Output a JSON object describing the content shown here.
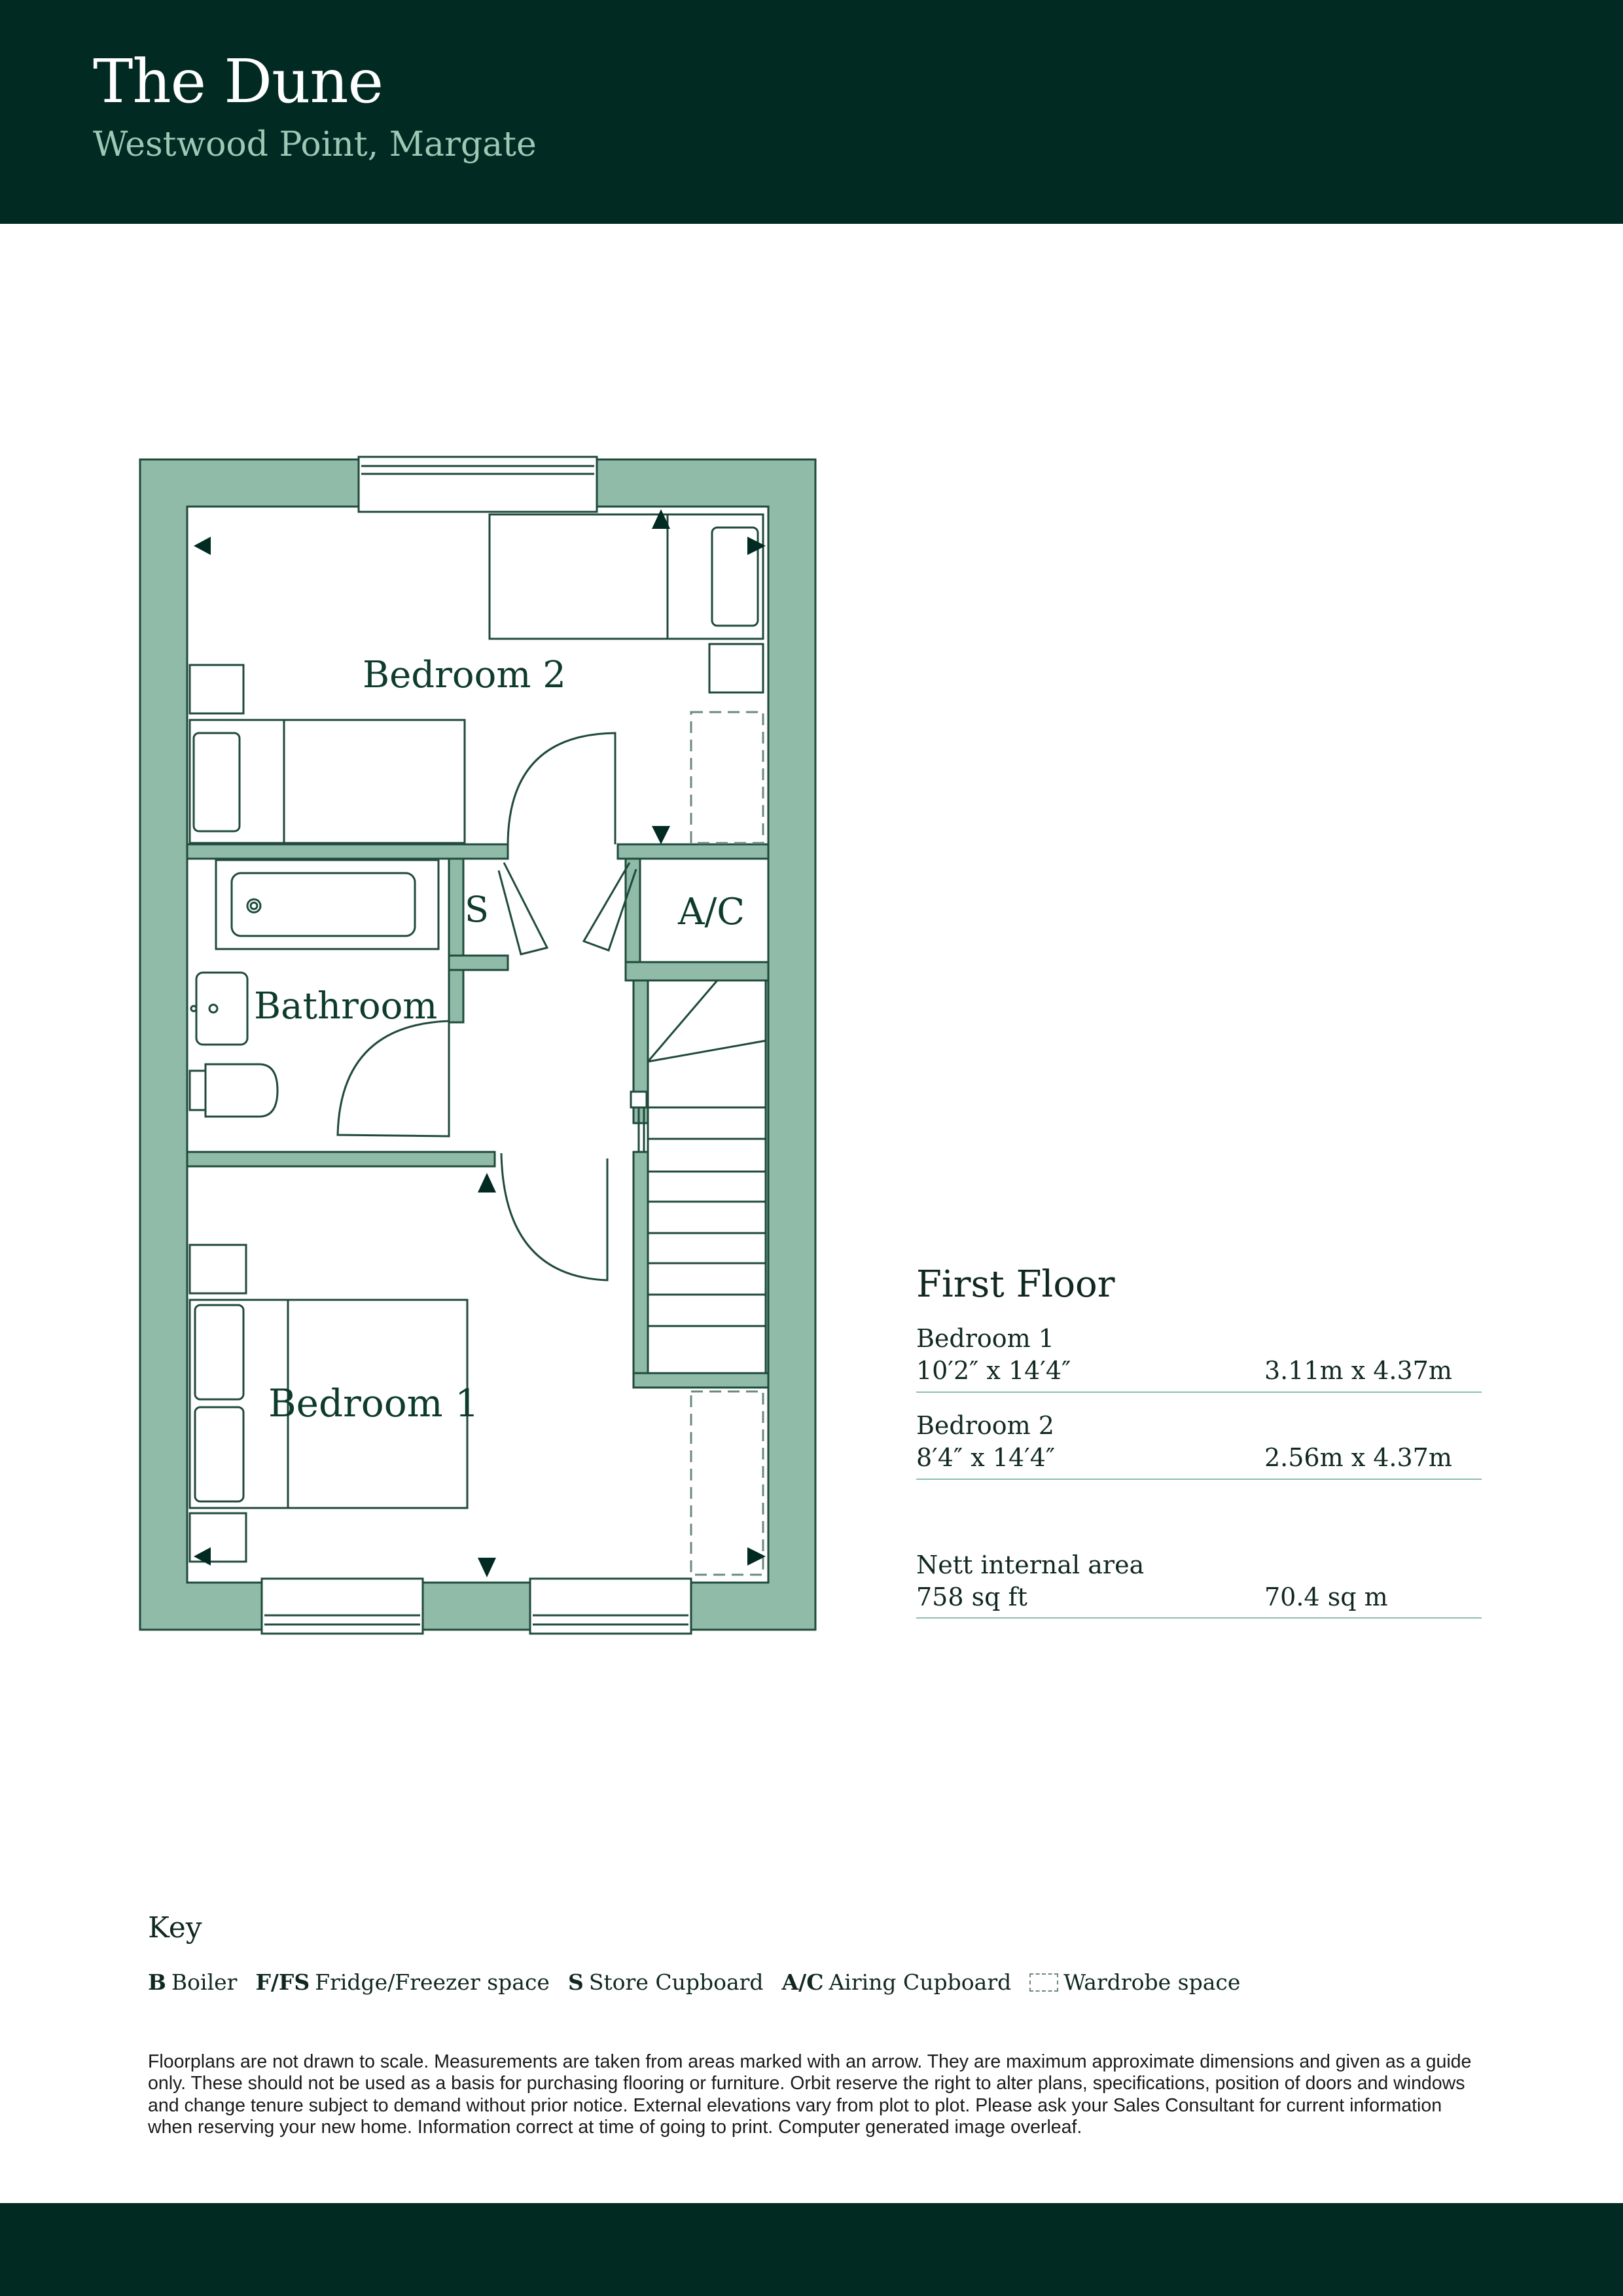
{
  "header": {
    "title": "The Dune",
    "subtitle": "Westwood Point, Margate"
  },
  "floorplan": {
    "rooms": {
      "bedroom2": "Bedroom 2",
      "bathroom": "Bathroom",
      "bedroom1": "Bedroom 1",
      "store": "S",
      "airing": "A/C"
    },
    "colors": {
      "wall": "#90bba8",
      "line": "#1f4a3c",
      "dark": "#012b22"
    }
  },
  "areas": {
    "floor_title": "First Floor",
    "rooms": [
      {
        "name": "Bedroom 1",
        "imperial": "10′2″ x 14′4″",
        "metric": "3.11m x 4.37m"
      },
      {
        "name": "Bedroom 2",
        "imperial": "8′4″ x 14′4″",
        "metric": "2.56m x 4.37m"
      }
    ],
    "nett": {
      "name": "Nett internal area",
      "imperial": "758 sq ft",
      "metric": "70.4 sq m"
    }
  },
  "key": {
    "title": "Key",
    "items": [
      {
        "code": "B",
        "label": "Boiler"
      },
      {
        "code": "F/FS",
        "label": "Fridge/Freezer space"
      },
      {
        "code": "S",
        "label": "Store Cupboard"
      },
      {
        "code": "A/C",
        "label": "Airing Cupboard"
      },
      {
        "code": "",
        "label": "Wardrobe space"
      }
    ]
  },
  "disclaimer": "Floorplans are not drawn to scale. Measurements are taken from areas marked with an arrow. They are maximum approximate dimensions and given as a guide only. These should not be used as a basis for purchasing flooring or furniture. Orbit reserve the right to alter plans, specifications, position of doors and windows and change tenure subject to demand without prior notice. External elevations vary from plot to plot. Please ask your Sales Consultant for current information when reserving your new home. Information correct at time of going to print. Computer generated image overleaf."
}
